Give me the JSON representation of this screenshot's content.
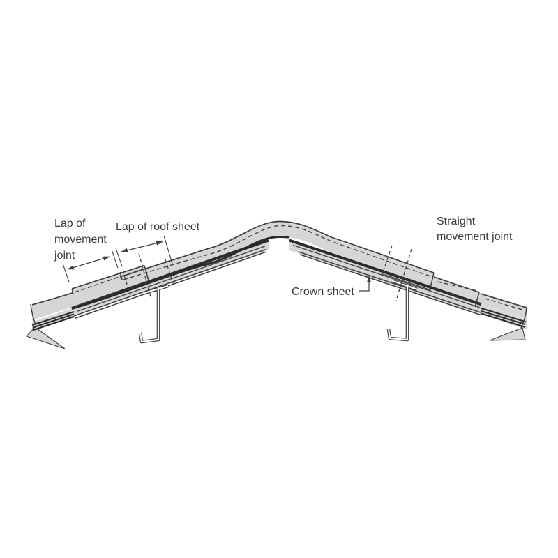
{
  "figure": {
    "type": "technical-line-diagram",
    "background": "#ffffff"
  },
  "colors": {
    "sheet_fill": "#d6d6d6",
    "outline": "#3f3f3f",
    "seam": "#2c2c2c",
    "text": "#3a3a3a",
    "bg": "#ffffff"
  },
  "labels": {
    "lap_movement": {
      "line1": "Lap of",
      "line2": "movement",
      "line3": "joint"
    },
    "lap_roof_sheet": "Lap of roof sheet",
    "straight_joint": {
      "line1": "Straight",
      "line2": "movement joint"
    },
    "crown_sheet": "Crown sheet"
  }
}
